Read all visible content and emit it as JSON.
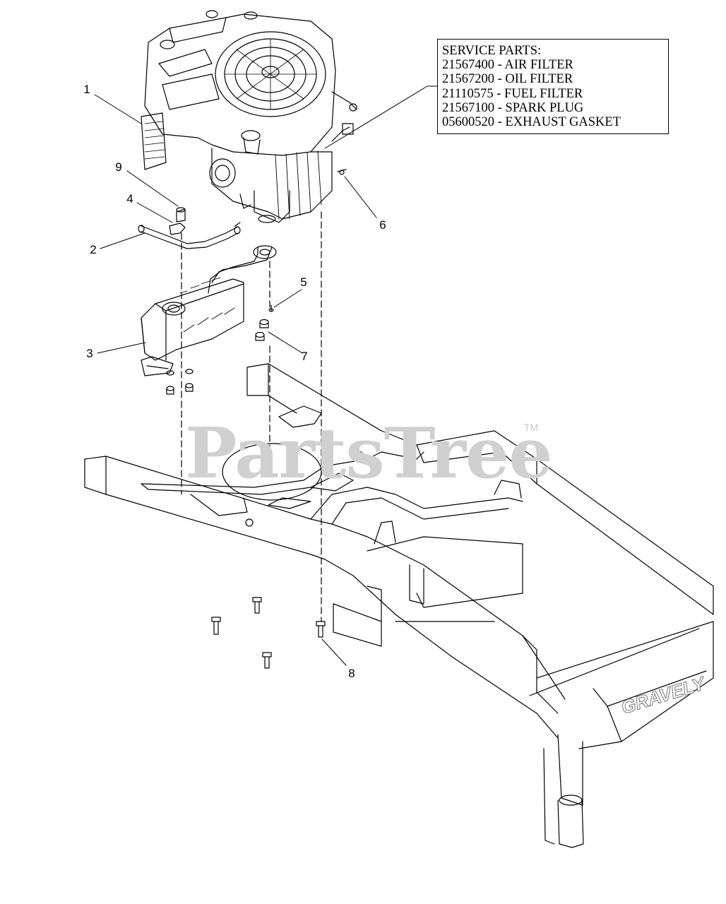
{
  "service_parts": {
    "title": "SERVICE PARTS:",
    "items": [
      "21567400 - AIR FILTER",
      "21567200 - OIL FILTER",
      "21110575 - FUEL FILTER",
      "21567100 - SPARK PLUG",
      "05600520 - EXHAUST GASKET"
    ]
  },
  "callouts": [
    "1",
    "2",
    "3",
    "4",
    "5",
    "6",
    "7",
    "8",
    "9"
  ],
  "watermark": {
    "text": "PartsTree",
    "tm": "TM"
  },
  "frame_brand": "GRAVELY"
}
